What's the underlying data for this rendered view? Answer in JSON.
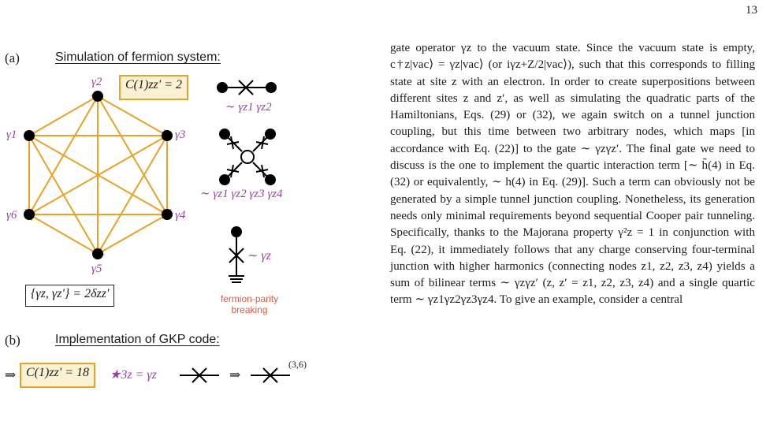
{
  "page_number": "13",
  "panel_a": {
    "label": "(a)",
    "heading": "Simulation of fermion system:",
    "node_labels": [
      "γ1",
      "γ2",
      "γ3",
      "γ4",
      "γ5",
      "γ6"
    ],
    "correlation_box": "C(1)zz' = 2",
    "anticommutator": "{γz, γz'} = 2δzz'",
    "gate_two_body": "∼ γz1 γz2",
    "gate_four_body": "∼ γz1 γz2 γz3 γz4",
    "gate_single": "∼ γz",
    "parity_note_line1": "fermion-parity",
    "parity_note_line2": "breaking",
    "colors": {
      "edges": "#e6a326",
      "labels": "#9b3fa6",
      "highlight": "#e05a43"
    }
  },
  "panel_b": {
    "label": "(b)",
    "heading": "Implementation of GKP code:",
    "arrow1": "⇒",
    "correlation_box": "C(1)zz' = 18",
    "star_relation": "★3z = γz",
    "arrow2": "⇒",
    "harmonics": "(3,6)"
  },
  "text": {
    "body": "gate operator γz to the vacuum state. Since the vacuum state is empty, c†z|vac⟩ = γz|vac⟩ (or iγz+Z/2|vac⟩), such that this corresponds to filling state at site z with an electron. In order to create superpositions between different sites z and z′, as well as simulating the quadratic parts of the Hamiltonians, Eqs. (29) or (32), we again switch on a tunnel junction coupling, but this time between two arbitrary nodes, which maps [in accordance with Eq. (22)] to the gate ∼ γzγz′. The final gate we need to discuss is the one to implement the quartic interaction term [∼ h̃(4) in Eq. (32) or equivalently, ∼ h(4) in Eq. (29)]. Such a term can obviously not be generated by a simple tunnel junction coupling. Nonetheless, its generation needs only minimal requirements beyond sequential Cooper pair tunneling. Specifically, thanks to the Majorana property γ²z = 1 in conjunction with Eq. (22), it immediately follows that any charge conserving four-terminal junction with higher harmonics (connecting nodes z1, z2, z3, z4) yields a sum of bilinear terms ∼ γzγz′ (z, z′ = z1, z2, z3, z4) and a single quartic term ∼ γz1γz2γz3γz4. To give an example, consider a central"
  }
}
